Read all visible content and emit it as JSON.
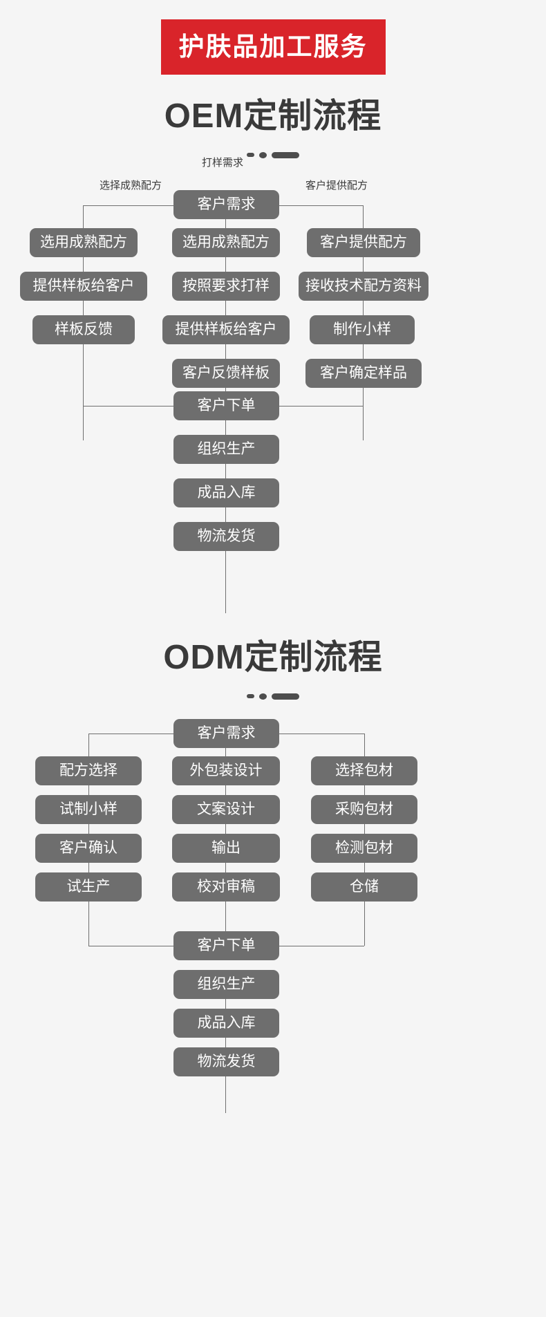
{
  "banner": {
    "text": "护肤品加工服务"
  },
  "oem": {
    "title": "OEM定制流程",
    "start": "客户需求",
    "labels": {
      "left": "选择成熟配方",
      "top": "打样需求",
      "right": "客户提供配方"
    },
    "columns": {
      "left": [
        "选用成熟配方",
        "提供样板给客户",
        "样板反馈"
      ],
      "middle": [
        "选用成熟配方",
        "按照要求打样",
        "提供样板给客户",
        "客户反馈样板"
      ],
      "right": [
        "客户提供配方",
        "接收技术配方资料",
        "制作小样",
        "客户确定样品"
      ]
    },
    "tail": [
      "客户下单",
      "组织生产",
      "成品入库",
      "物流发货"
    ]
  },
  "odm": {
    "title": "ODM定制流程",
    "start": "客户需求",
    "columns": {
      "left": [
        "配方选择",
        "试制小样",
        "客户确认",
        "试生产"
      ],
      "middle": [
        "外包装设计",
        "文案设计",
        "输出",
        "校对审稿"
      ],
      "right": [
        "选择包材",
        "采购包材",
        "检测包材",
        "仓储"
      ]
    },
    "tail": [
      "客户下单",
      "组织生产",
      "成品入库",
      "物流发货"
    ]
  },
  "colors": {
    "banner_bg": "#d9242a",
    "node_bg": "#6e6e6e",
    "page_bg": "#f5f5f5",
    "text_dark": "#3a3a3a",
    "line": "#6e6e6e"
  }
}
